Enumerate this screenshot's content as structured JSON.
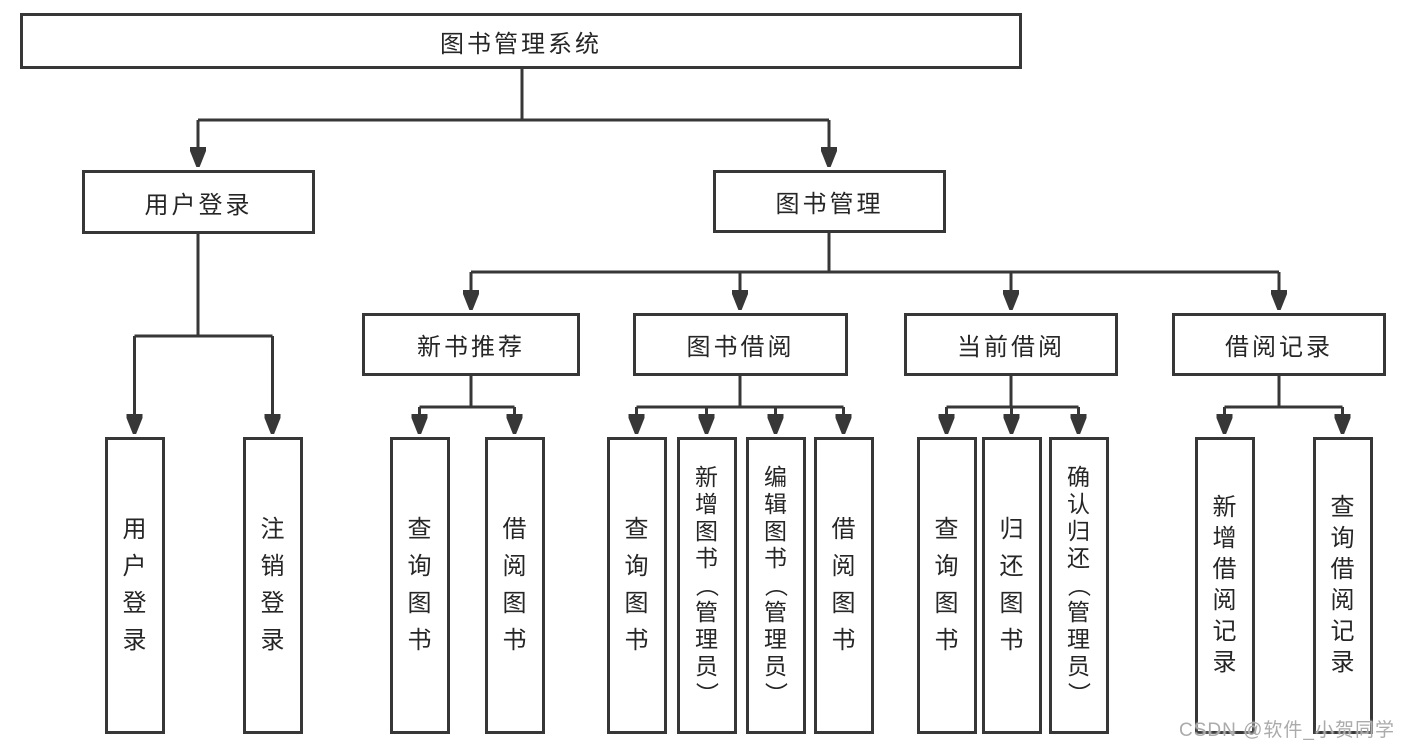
{
  "diagram": {
    "root": {
      "label": "图书管理系统"
    },
    "level2": {
      "user_login": {
        "label": "用户登录"
      },
      "book_mgmt": {
        "label": "图书管理"
      }
    },
    "level3": {
      "new_books": {
        "label": "新书推荐"
      },
      "borrowing": {
        "label": "图书借阅"
      },
      "current": {
        "label": "当前借阅"
      },
      "records": {
        "label": "借阅记录"
      }
    },
    "leaves": {
      "user_login": [
        "用户登录",
        "注销登录"
      ],
      "new_books": [
        "查询图书",
        "借阅图书"
      ],
      "borrowing": [
        "查询图书",
        "新增图书（管理员）",
        "编辑图书（管理员）",
        "借阅图书"
      ],
      "current": [
        "查询图书",
        "归还图书",
        "确认归还（管理员）"
      ],
      "records": [
        "新增借阅记录",
        "查询借阅记录"
      ]
    }
  },
  "watermark": {
    "text": "CSDN @软件_小贺同学"
  },
  "colors": {
    "line": "#373737",
    "text": "#262626",
    "background": "#ffffff",
    "watermark": "#ababab"
  }
}
